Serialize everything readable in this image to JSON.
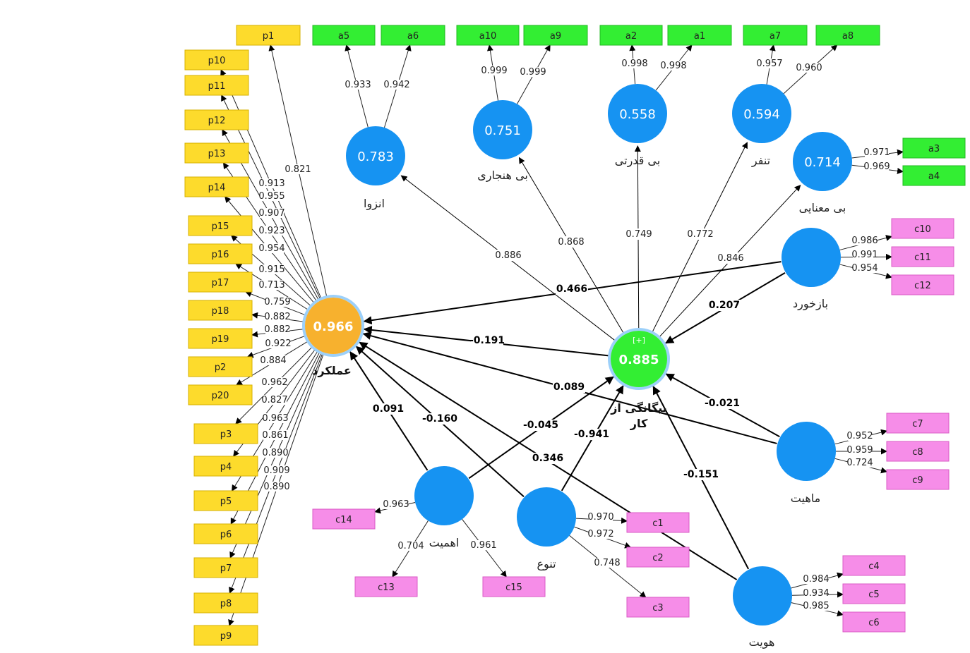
{
  "colors": {
    "performance": "#F7B12E",
    "alienation": "#33EE33",
    "latent": "#1693F2",
    "ind_p": "#FDDB2C",
    "ind_a": "#33EE33",
    "ind_c": "#F68DE8",
    "ring": "#9CD0FA"
  },
  "latents": [
    {
      "id": "perf",
      "name": "عملکرد",
      "value": "0.966"
    },
    {
      "id": "alien",
      "name": "بیگانگی از\nکار",
      "value": "0.885",
      "badge": "[+]"
    },
    {
      "id": "enzova",
      "name": "انزوا",
      "value": "0.783"
    },
    {
      "id": "bihanjari",
      "name": "بی هنجاری",
      "value": "0.751"
    },
    {
      "id": "bighodrati",
      "name": "بی قدرتی",
      "value": "0.558"
    },
    {
      "id": "tanafor",
      "name": "تنفر",
      "value": "0.594"
    },
    {
      "id": "bimanaei",
      "name": "بی معنایی",
      "value": "0.714"
    },
    {
      "id": "bazkhord",
      "name": "بازخورد",
      "value": ""
    },
    {
      "id": "mahiat",
      "name": "ماهیت",
      "value": ""
    },
    {
      "id": "hoviat",
      "name": "هویت",
      "value": ""
    },
    {
      "id": "tanavo",
      "name": "تنوع",
      "value": ""
    },
    {
      "id": "ahamiat",
      "name": "اهمیت",
      "value": ""
    }
  ],
  "indicators": [
    {
      "id": "p1",
      "lv": "perf",
      "loading": "0.821"
    },
    {
      "id": "p10",
      "lv": "perf",
      "loading": "0.913"
    },
    {
      "id": "p11",
      "lv": "perf",
      "loading": "0.955"
    },
    {
      "id": "p12",
      "lv": "perf",
      "loading": "0.907"
    },
    {
      "id": "p13",
      "lv": "perf",
      "loading": "0.923"
    },
    {
      "id": "p14",
      "lv": "perf",
      "loading": "0.954"
    },
    {
      "id": "p15",
      "lv": "perf",
      "loading": "0.915"
    },
    {
      "id": "p16",
      "lv": "perf",
      "loading": "0.713"
    },
    {
      "id": "p17",
      "lv": "perf",
      "loading": "0.759"
    },
    {
      "id": "p18",
      "lv": "perf",
      "loading": "0.882"
    },
    {
      "id": "p19",
      "lv": "perf",
      "loading": "0.882"
    },
    {
      "id": "p2",
      "lv": "perf",
      "loading": "0.922"
    },
    {
      "id": "p20",
      "lv": "perf",
      "loading": "0.884"
    },
    {
      "id": "p3",
      "lv": "perf",
      "loading": "0.962"
    },
    {
      "id": "p4",
      "lv": "perf",
      "loading": "0.827"
    },
    {
      "id": "p5",
      "lv": "perf",
      "loading": "0.963"
    },
    {
      "id": "p6",
      "lv": "perf",
      "loading": "0.861"
    },
    {
      "id": "p7",
      "lv": "perf",
      "loading": "0.890"
    },
    {
      "id": "p8",
      "lv": "perf",
      "loading": "0.909"
    },
    {
      "id": "p9",
      "lv": "perf",
      "loading": "0.890"
    },
    {
      "id": "a5",
      "lv": "enzova",
      "loading": "0.933"
    },
    {
      "id": "a6",
      "lv": "enzova",
      "loading": "0.942"
    },
    {
      "id": "a10",
      "lv": "bihanjari",
      "loading": "0.999"
    },
    {
      "id": "a9",
      "lv": "bihanjari",
      "loading": "0.999"
    },
    {
      "id": "a2",
      "lv": "bighodrati",
      "loading": "0.998"
    },
    {
      "id": "a1",
      "lv": "bighodrati",
      "loading": "0.998"
    },
    {
      "id": "a7",
      "lv": "tanafor",
      "loading": "0.957"
    },
    {
      "id": "a8",
      "lv": "tanafor",
      "loading": "0.960"
    },
    {
      "id": "a3",
      "lv": "bimanaei",
      "loading": "0.971"
    },
    {
      "id": "a4",
      "lv": "bimanaei",
      "loading": "0.969"
    },
    {
      "id": "c10",
      "lv": "bazkhord",
      "loading": "0.986"
    },
    {
      "id": "c11",
      "lv": "bazkhord",
      "loading": "0.991"
    },
    {
      "id": "c12",
      "lv": "bazkhord",
      "loading": "0.954"
    },
    {
      "id": "c7",
      "lv": "mahiat",
      "loading": "0.952"
    },
    {
      "id": "c8",
      "lv": "mahiat",
      "loading": "0.959"
    },
    {
      "id": "c9",
      "lv": "mahiat",
      "loading": "0.724"
    },
    {
      "id": "c4",
      "lv": "hoviat",
      "loading": "0.984"
    },
    {
      "id": "c5",
      "lv": "hoviat",
      "loading": "0.934"
    },
    {
      "id": "c6",
      "lv": "hoviat",
      "loading": "0.985"
    },
    {
      "id": "c1",
      "lv": "tanavo",
      "loading": "0.970"
    },
    {
      "id": "c2",
      "lv": "tanavo",
      "loading": "0.972"
    },
    {
      "id": "c3",
      "lv": "tanavo",
      "loading": "0.748"
    },
    {
      "id": "c14",
      "lv": "ahamiat",
      "loading": "0.963"
    },
    {
      "id": "c13",
      "lv": "ahamiat",
      "loading": "0.704"
    },
    {
      "id": "c15",
      "lv": "ahamiat",
      "loading": "0.961"
    }
  ],
  "paths": [
    {
      "from": "alien",
      "to": "enzova",
      "coef": "0.886",
      "bold": false
    },
    {
      "from": "alien",
      "to": "bihanjari",
      "coef": "0.868",
      "bold": false
    },
    {
      "from": "alien",
      "to": "bighodrati",
      "coef": "0.749",
      "bold": false
    },
    {
      "from": "alien",
      "to": "tanafor",
      "coef": "0.772",
      "bold": false
    },
    {
      "from": "alien",
      "to": "bimanaei",
      "coef": "0.846",
      "bold": false
    },
    {
      "from": "bazkhord",
      "to": "perf",
      "coef": "0.466",
      "bold": true
    },
    {
      "from": "bazkhord",
      "to": "alien",
      "coef": "0.207",
      "bold": true
    },
    {
      "from": "alien",
      "to": "perf",
      "coef": "-0.191",
      "bold": true
    },
    {
      "from": "mahiat",
      "to": "perf",
      "coef": "0.089",
      "bold": true
    },
    {
      "from": "mahiat",
      "to": "alien",
      "coef": "-0.021",
      "bold": true
    },
    {
      "from": "hoviat",
      "to": "perf",
      "coef": "0.346",
      "bold": true
    },
    {
      "from": "hoviat",
      "to": "alien",
      "coef": "-0.151",
      "bold": true
    },
    {
      "from": "tanavo",
      "to": "perf",
      "coef": "-0.160",
      "bold": true
    },
    {
      "from": "tanavo",
      "to": "alien",
      "coef": "-0.941",
      "bold": true
    },
    {
      "from": "ahamiat",
      "to": "perf",
      "coef": "0.091",
      "bold": true
    },
    {
      "from": "ahamiat",
      "to": "alien",
      "coef": "-0.045",
      "bold": true
    }
  ]
}
